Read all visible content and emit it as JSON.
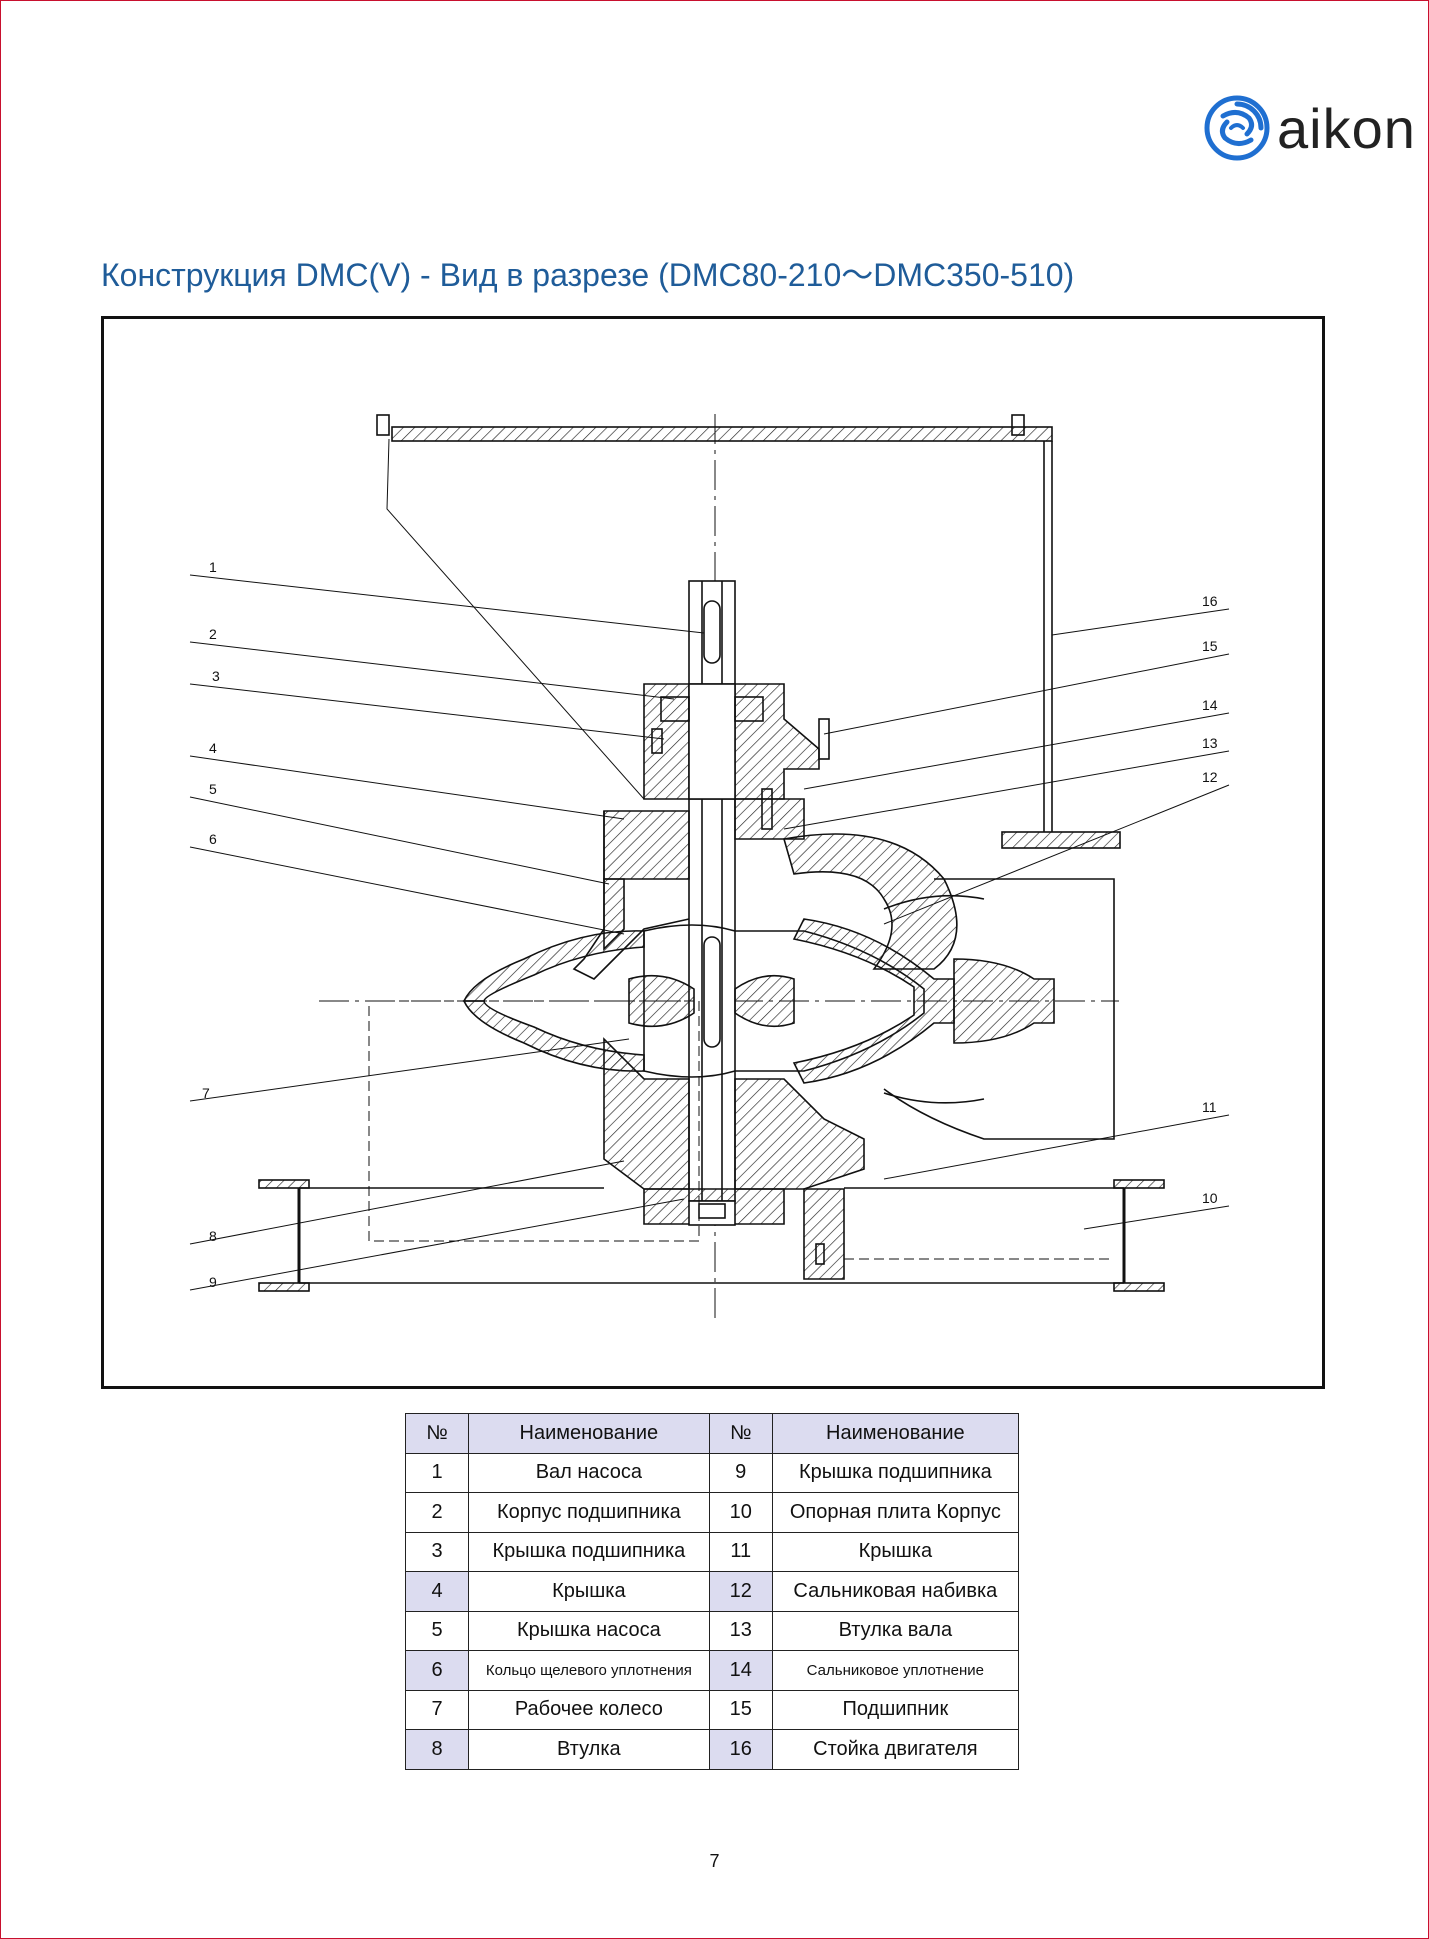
{
  "brand": {
    "name": "aikon",
    "accent": "#1f6fd1"
  },
  "title": "Конструкция DMC(V) - Вид в разрезе (DMC80-210～DMC350-510)",
  "drawing": {
    "callouts": [
      "1",
      "2",
      "3",
      "4",
      "5",
      "6",
      "7",
      "8",
      "9",
      "10",
      "11",
      "12",
      "13",
      "14",
      "15",
      "16"
    ]
  },
  "parts_table": {
    "header": {
      "num": "№",
      "name": "Наименование"
    },
    "rows": [
      {
        "left_num": "1",
        "left_name": "Вал насоса",
        "right_num": "9",
        "right_name": "Крышка подшипника"
      },
      {
        "left_num": "2",
        "left_name": "Корпус подшипника",
        "right_num": "10",
        "right_name": "Опорная плита Корпус"
      },
      {
        "left_num": "3",
        "left_name": "Крышка подшипника",
        "right_num": "11",
        "right_name": "Крышка"
      },
      {
        "left_num": "4",
        "left_name": "Крышка",
        "right_num": "12",
        "right_name": "Сальниковая набивка"
      },
      {
        "left_num": "5",
        "left_name": "Крышка насоса",
        "right_num": "13",
        "right_name": "Втулка вала"
      },
      {
        "left_num": "6",
        "left_name": "Кольцо щелевого уплотнения",
        "right_num": "14",
        "right_name": "Сальниковое уплотнение"
      },
      {
        "left_num": "7",
        "left_name": "Рабочее колесо",
        "right_num": "15",
        "right_name": "Подшипник"
      },
      {
        "left_num": "8",
        "left_name": "Втулка",
        "right_num": "16",
        "right_name": "Стойка двигателя"
      }
    ]
  },
  "page_number": "7"
}
